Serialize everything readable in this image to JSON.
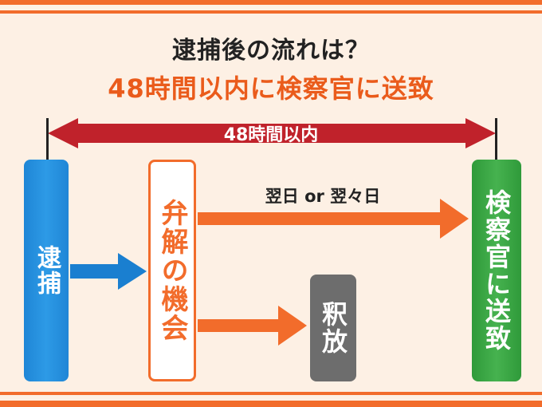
{
  "title": {
    "line1": "逮捕後の流れは？",
    "line2": "48時間以内に検察官に送致"
  },
  "span_label": "48時間以内",
  "boxes": {
    "arrest": "逮捕",
    "defense_opportunity": "弁解の機会",
    "release": "釈放",
    "prosecutor": "検察官に送致"
  },
  "arrow_label": "翌日 or 翌々日",
  "colors": {
    "background": "#fdf0e4",
    "stripe": "#f26c2b",
    "span_arrow": "#c0222b",
    "arrest": "#2d9ae6",
    "defense_border": "#f26c2b",
    "release": "#6d6d6d",
    "prosecutor": "#46b24f",
    "arrow_blue": "#1a7fd0",
    "arrow_orange": "#f26c2b"
  }
}
